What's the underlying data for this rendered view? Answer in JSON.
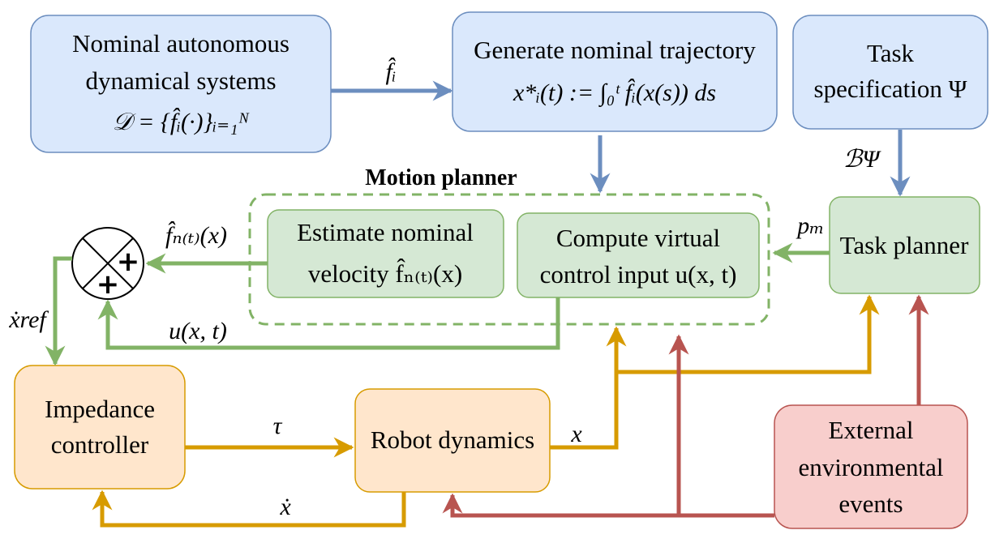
{
  "colors": {
    "blue_fill": "#dae8fc",
    "blue_stroke": "#6c8ebf",
    "green_fill": "#d5e8d4",
    "green_stroke": "#82b366",
    "orange_fill": "#ffe6cc",
    "orange_stroke": "#d79b00",
    "red_fill": "#f8cecc",
    "red_stroke": "#b85450",
    "signal_orange": "#d79b00",
    "signal_red": "#b85450",
    "signal_blue": "#6c8ebf",
    "signal_green": "#82b366"
  },
  "boxes": {
    "nominal_systems": {
      "line1": "Nominal autonomous",
      "line2": "dynamical systems",
      "formula": "𝒟 = {f̂ᵢ(·)}ᵢ₌₁ᴺ"
    },
    "generate_trajectory": {
      "line1": "Generate nominal trajectory",
      "formula": "x*ᵢ(t) := ∫₀ᵗ f̂ᵢ(x(s)) ds"
    },
    "task_specification": {
      "line1": "Task",
      "line2": "specification Ψ"
    },
    "estimate_velocity": {
      "line1": "Estimate nominal",
      "line2": "velocity f̂ₙ₍ₜ₎(x)"
    },
    "compute_control": {
      "line1": "Compute virtual",
      "line2": "control input u(x, t)"
    },
    "task_planner": {
      "line1": "Task planner"
    },
    "impedance_controller": {
      "line1": "Impedance",
      "line2": "controller"
    },
    "robot_dynamics": {
      "line1": "Robot dynamics"
    },
    "external_events": {
      "line1": "External",
      "line2": "environmental",
      "line3": "events"
    }
  },
  "group": {
    "title": "Motion planner"
  },
  "signals": {
    "f_hat_i": "f̂ᵢ",
    "b_psi": "ℬΨ",
    "p_m": "pₘ",
    "f_hat_nt": "f̂ₙ₍ₜ₎(x)",
    "u_xt": "u(x, t)",
    "x_ref_dot": "ẋref",
    "tau": "τ",
    "x": "x",
    "x_dot": "ẋ"
  },
  "summing_junction": {
    "sign1": "+",
    "sign2": "+"
  }
}
